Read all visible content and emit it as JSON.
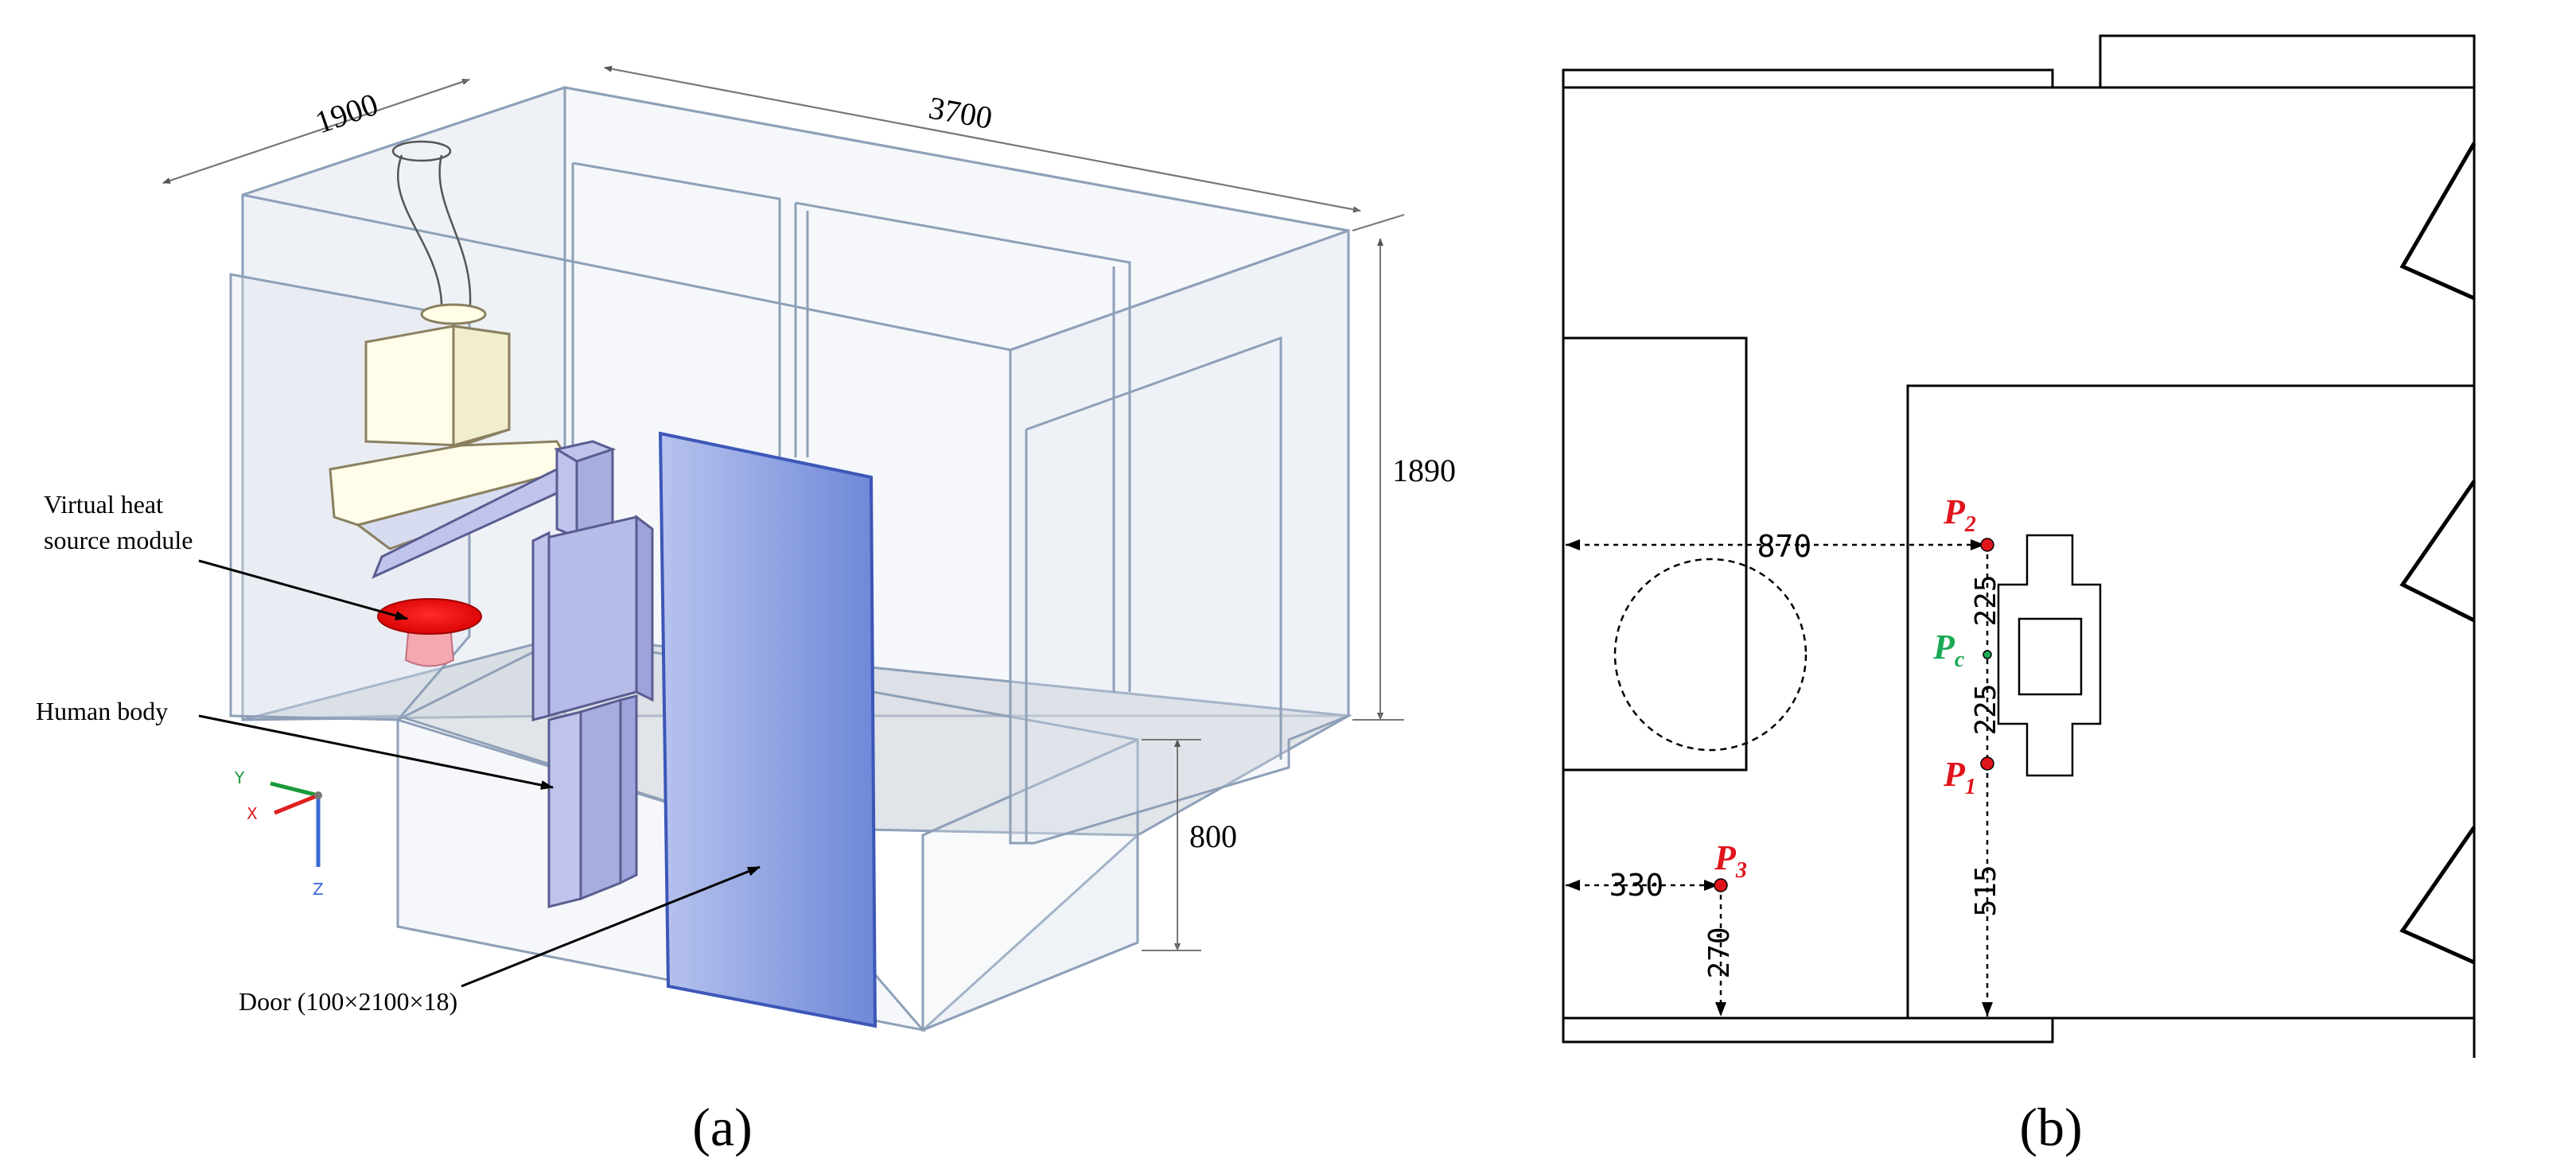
{
  "panel_a": {
    "caption": "(a)",
    "dims": {
      "width": "1900",
      "length": "3700",
      "height": "1890",
      "step": "800"
    },
    "labels": {
      "heat_source_line1": "Virtual heat",
      "heat_source_line2": "source module",
      "human_body": "Human body",
      "door": "Door (100×2100×18)"
    },
    "axes": {
      "y": "Y",
      "x": "X",
      "z": "Z"
    }
  },
  "panel_b": {
    "caption": "(b)",
    "dims": {
      "d870": "870",
      "d225a": "225",
      "d225b": "225",
      "d330": "330",
      "d515": "515",
      "d270": "270"
    },
    "points": {
      "p2": {
        "base": "P",
        "sub": "2"
      },
      "pc": {
        "base": "P",
        "sub": "c"
      },
      "p1": {
        "base": "P",
        "sub": "1"
      },
      "p3": {
        "base": "P",
        "sub": "3"
      }
    }
  },
  "colors": {
    "red": "#e0141c",
    "green": "#1aaa55",
    "door": "#7f95dd",
    "edge": "#8ea0b8",
    "glass": "#d7dfe9"
  }
}
